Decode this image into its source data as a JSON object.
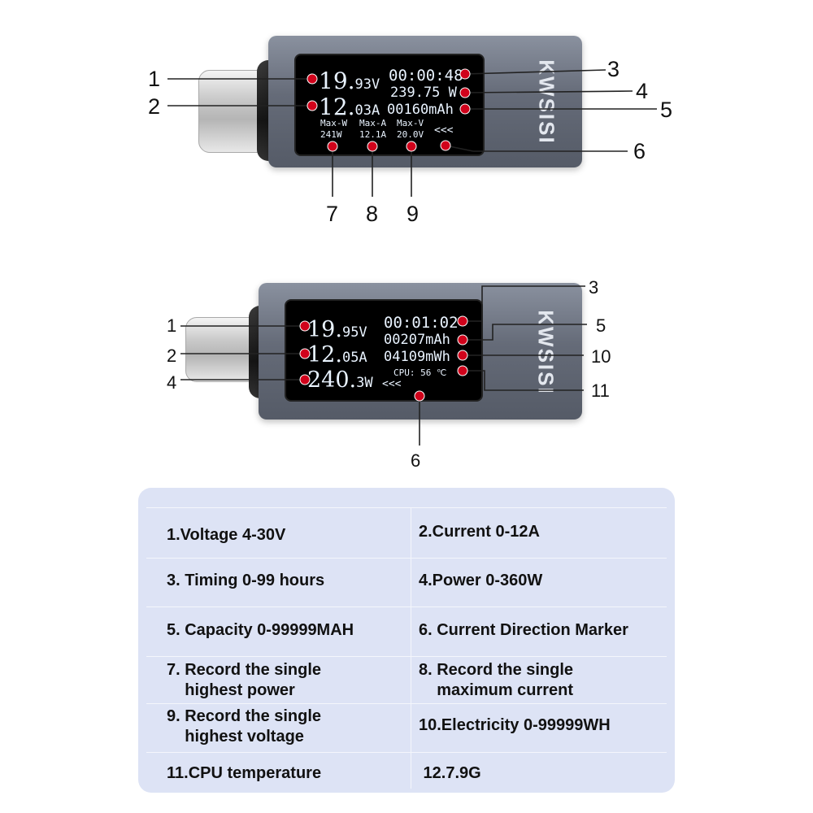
{
  "brand": "KWSISI",
  "device_top": {
    "voltage_main": "19.",
    "voltage_dec": "93V",
    "current_main": "12.",
    "current_dec": "03A",
    "time": "00:00:48",
    "power": "239.75 W",
    "capacity": "00160mAh",
    "max_w_label": "Max-W",
    "max_a_label": "Max-A",
    "max_v_label": "Max-V",
    "max_w_value": "241W",
    "max_a_value": "12.1A",
    "max_v_value": "20.0V",
    "direction_marker": "<<<"
  },
  "device_bottom": {
    "voltage_main": "19.",
    "voltage_dec": "95V",
    "current_main": "12.",
    "current_dec": "05A",
    "power_main": "240.",
    "power_dec": "3W",
    "time": "00:01:02",
    "capacity": "00207mAh",
    "energy": "04109mWh",
    "cpu": "CPU: 56 ℃",
    "direction_marker": "<<<"
  },
  "callout_numbers_top": [
    "1",
    "2",
    "3",
    "4",
    "5",
    "6",
    "7",
    "8",
    "9"
  ],
  "callout_numbers_bottom": [
    "1",
    "2",
    "3",
    "4",
    "5",
    "10",
    "11",
    "6"
  ],
  "colors": {
    "callout": "#d0021b",
    "panel": "#dde3f5"
  },
  "table": [
    [
      "1.Voltage 4-30V",
      "2.Current 0-12A"
    ],
    [
      "3. Timing 0-99 hours",
      "4.Power 0-360W"
    ],
    [
      "5. Capacity 0-99999MAH",
      "6. Current Direction Marker"
    ],
    [
      "7. Record the single\n    highest power",
      "8. Record the single\n    maximum current"
    ],
    [
      "9. Record the single\n    highest voltage",
      "10.Electricity 0-99999WH"
    ],
    [
      "11.CPU temperature",
      " 12.7.9G"
    ]
  ]
}
